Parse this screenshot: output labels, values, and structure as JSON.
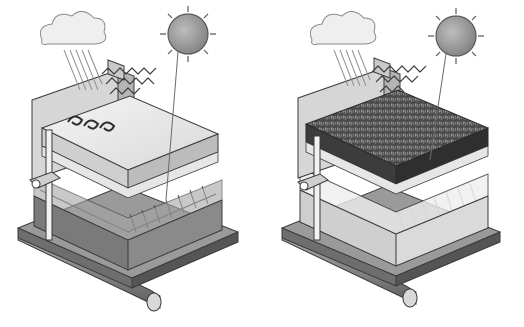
{
  "figure": {
    "panels": [
      {
        "id": "left",
        "roof": "bare-surface",
        "weather": [
          "cloud",
          "rain",
          "sun",
          "wind"
        ]
      },
      {
        "id": "right",
        "roof": "vegetated-surface",
        "weather": [
          "cloud",
          "rain",
          "sun",
          "wind"
        ]
      }
    ],
    "colors": {
      "background": "#ffffff",
      "ink": "#3a3a3a",
      "light": "#e9e9e9",
      "mid": "#bdbdbd",
      "dark": "#6a6a6a",
      "darker": "#4d4d4d",
      "sun": "#8c8c8c"
    }
  }
}
